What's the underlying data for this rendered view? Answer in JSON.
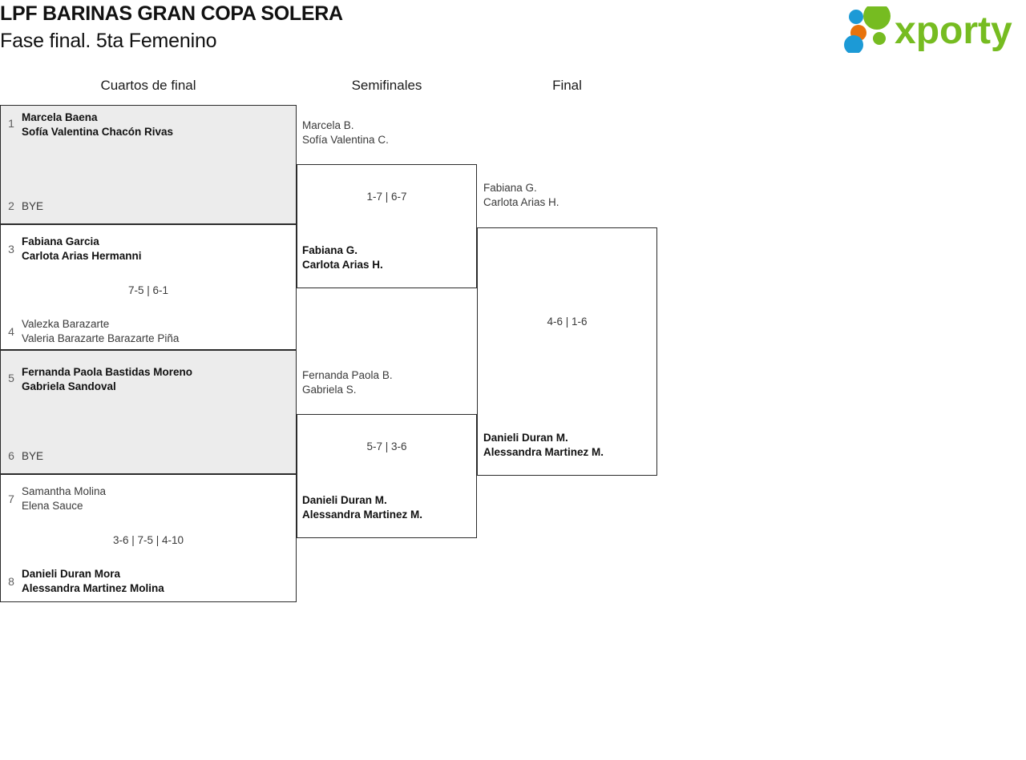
{
  "header": {
    "title_line_1": "LPF BARINAS GRAN COPA SOLERA",
    "title_line_2": "Fase final. 5ta Femenino",
    "logo_text": "xporty",
    "logo_colors": {
      "green": "#76bc21",
      "orange": "#e8730c",
      "blue": "#1c9ad6"
    }
  },
  "rounds": [
    {
      "key": "qf",
      "label": "Cuartos de final"
    },
    {
      "key": "sf",
      "label": "Semifinales"
    },
    {
      "key": "f",
      "label": "Final"
    }
  ],
  "quarterfinals": [
    {
      "bye": true,
      "score": "",
      "top": {
        "seed": "1",
        "line1": "Marcela Baena",
        "line2": "Sofía Valentina Chacón Rivas",
        "winner": true
      },
      "bottom": {
        "seed": "2",
        "line1": "BYE",
        "line2": "",
        "winner": false
      }
    },
    {
      "bye": false,
      "score": "7-5 | 6-1",
      "top": {
        "seed": "3",
        "line1": "Fabiana Garcia",
        "line2": "Carlota Arias Hermanni",
        "winner": true
      },
      "bottom": {
        "seed": "4",
        "line1": "Valezka Barazarte",
        "line2": "Valeria Barazarte Barazarte Piña",
        "winner": false
      }
    },
    {
      "bye": true,
      "score": "",
      "top": {
        "seed": "5",
        "line1": "Fernanda Paola Bastidas Moreno",
        "line2": "Gabriela Sandoval",
        "winner": true
      },
      "bottom": {
        "seed": "6",
        "line1": "BYE",
        "line2": "",
        "winner": false
      }
    },
    {
      "bye": false,
      "score": "3-6 | 7-5 | 4-10",
      "top": {
        "seed": "7",
        "line1": "Samantha Molina",
        "line2": "Elena Sauce",
        "winner": false
      },
      "bottom": {
        "seed": "8",
        "line1": "Danieli Duran Mora",
        "line2": "Alessandra Martinez Molina",
        "winner": true
      }
    }
  ],
  "semifinals": [
    {
      "score": "1-7 | 6-7",
      "top": {
        "line1": "Marcela B.",
        "line2": "Sofía Valentina C.",
        "winner": false
      },
      "bottom": {
        "line1": "Fabiana G.",
        "line2": "Carlota Arias H.",
        "winner": true
      }
    },
    {
      "score": "5-7 | 3-6",
      "top": {
        "line1": "Fernanda Paola B.",
        "line2": "Gabriela S.",
        "winner": false
      },
      "bottom": {
        "line1": "Danieli Duran M.",
        "line2": "Alessandra Martinez M.",
        "winner": true
      }
    }
  ],
  "final": {
    "score": "4-6 | 1-6",
    "top": {
      "line1": "Fabiana G.",
      "line2": "Carlota Arias H.",
      "winner": false
    },
    "bottom": {
      "line1": "Danieli Duran M.",
      "line2": "Alessandra Martinez M.",
      "winner": true
    }
  }
}
